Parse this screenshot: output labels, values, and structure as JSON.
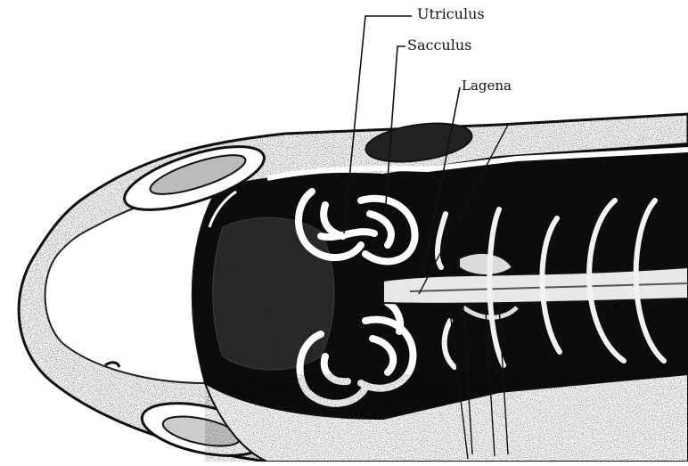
{
  "labels": {
    "utriculus": "Utriculus",
    "sacculus": "Sacculus",
    "lagena": "Lagena"
  },
  "colors": {
    "ink": "#111111",
    "paper": "#ffffff",
    "speckle": "#555555"
  }
}
